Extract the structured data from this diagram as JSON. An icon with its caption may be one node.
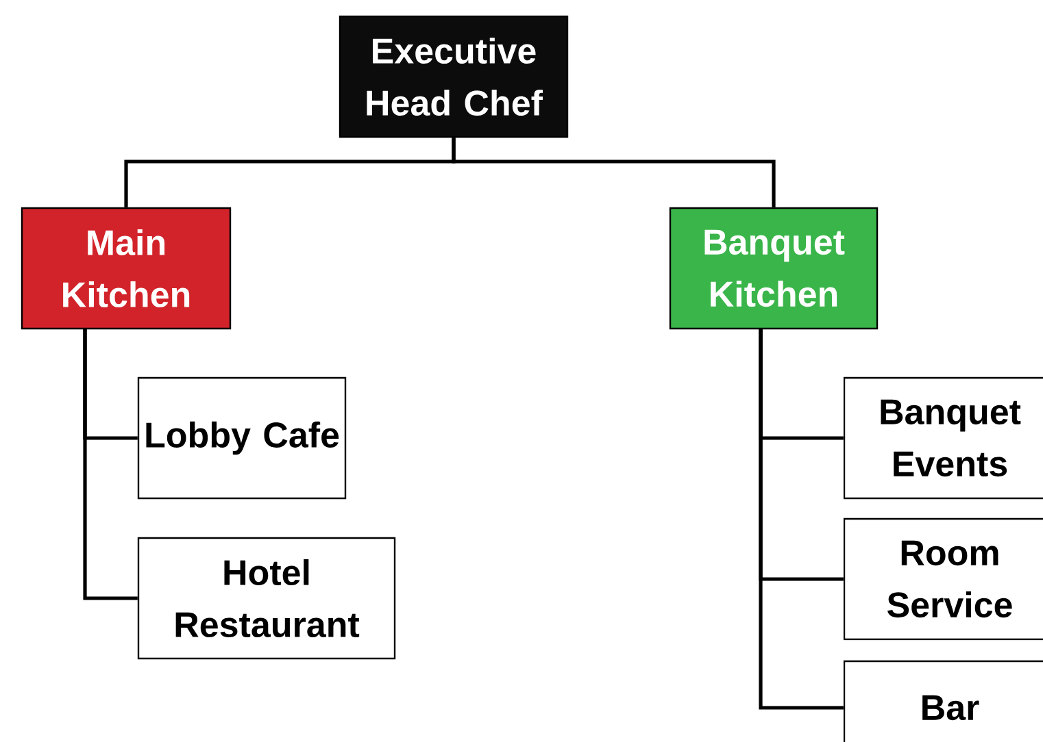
{
  "diagram": {
    "nodes": [
      {
        "text": [
          "Executive Head Chef"
        ]
      },
      {
        "text": [
          "Main Kitchen"
        ]
      },
      {
        "text": [
          "Banquet Kitchen"
        ]
      },
      {
        "text": [
          "Lobby Cafe"
        ]
      },
      {
        "text": [
          "Hotel Restaurant"
        ]
      },
      {
        "text": [
          "Banquet Events"
        ]
      },
      {
        "text": [
          "Room Service"
        ]
      },
      {
        "text": [
          "Bar"
        ]
      }
    ],
    "edges": [
      {
        "from": 0,
        "to": 1,
        "arrow": "none"
      },
      {
        "from": 0,
        "to": 2,
        "arrow": "none"
      },
      {
        "from": 1,
        "to": 3,
        "arrow": "none"
      },
      {
        "from": 1,
        "to": 4,
        "arrow": "none"
      },
      {
        "from": 2,
        "to": 5,
        "arrow": "none"
      },
      {
        "from": 2,
        "to": 6,
        "arrow": "none"
      },
      {
        "from": 2,
        "to": 7,
        "arrow": "none"
      }
    ]
  }
}
